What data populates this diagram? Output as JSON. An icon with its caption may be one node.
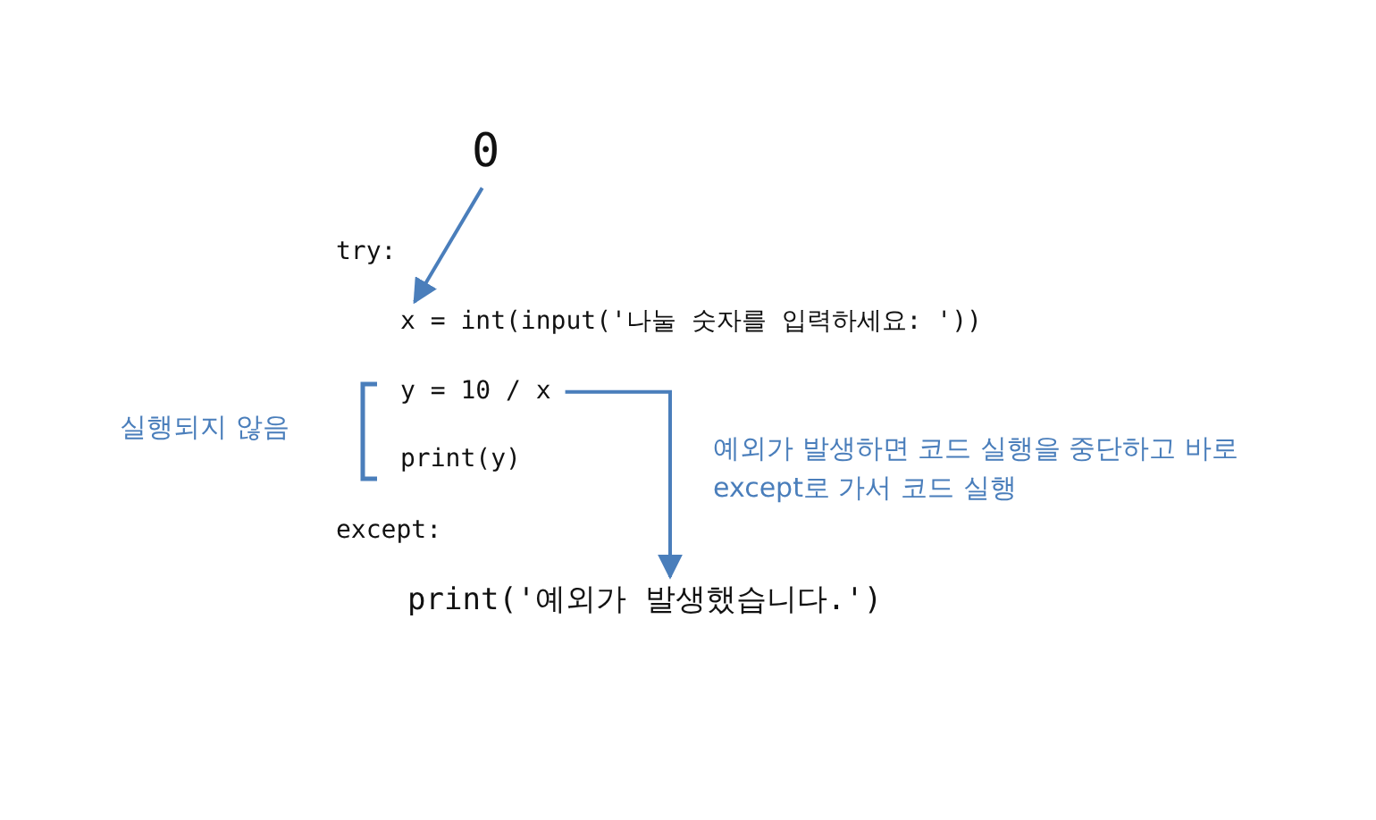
{
  "diagram": {
    "nodes": [
      {
        "text": [
          "0"
        ]
      },
      {
        "text": [
          "x = int(input('나눌 숫자를 입력하세요: '))"
        ]
      },
      {
        "text": [
          "y = 10 / x"
        ]
      },
      {
        "text": [
          "print('예외가 발생했습니다.')"
        ]
      }
    ],
    "edges": [
      {
        "from": 0,
        "to": 1,
        "arrow": "to"
      },
      {
        "from": 2,
        "to": 3,
        "arrow": "to"
      }
    ],
    "labels": [
      "try:",
      "실행되지 않음",
      "print(y)",
      "예외가 발생하면 코드 실행을 중단하고 바로 except로 가서 코드 실행",
      "except:"
    ]
  }
}
